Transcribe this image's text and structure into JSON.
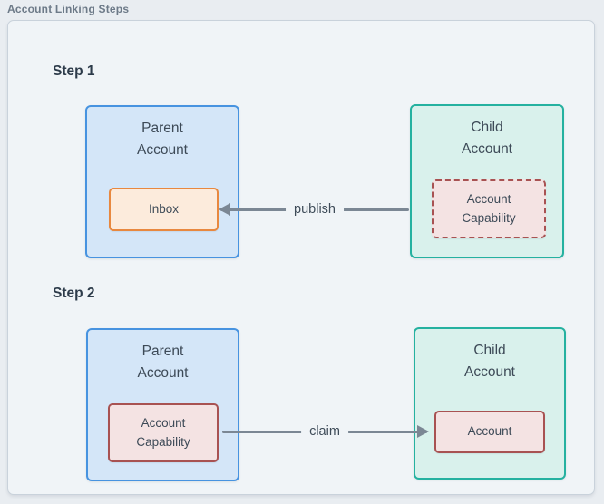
{
  "page": {
    "title": "Account Linking Steps"
  },
  "colors": {
    "page_background": "#e9edf1",
    "panel_background": "#f0f4f7",
    "panel_border": "#c9d2db",
    "parent_fill": "#d4e6f8",
    "parent_border": "#4793e0",
    "child_fill": "#d9f1ec",
    "child_border": "#25b1a0",
    "inbox_fill": "#fcebdc",
    "inbox_border": "#e8883f",
    "capability_fill": "#f4e3e3",
    "capability_border": "#a85252",
    "arrow": "#7b8794",
    "text": "#3d4a57",
    "heading": "#2d3b4a"
  },
  "steps": [
    {
      "label": "Step 1",
      "parent": {
        "title": "Parent\nAccount",
        "inner": "Inbox"
      },
      "child": {
        "title": "Child\nAccount",
        "inner": "Account\nCapability"
      },
      "arrow": {
        "label": "publish",
        "direction": "right-to-left"
      }
    },
    {
      "label": "Step 2",
      "parent": {
        "title": "Parent\nAccount",
        "inner": "Account\nCapability"
      },
      "child": {
        "title": "Child\nAccount",
        "inner": "Account"
      },
      "arrow": {
        "label": "claim",
        "direction": "left-to-right"
      }
    }
  ]
}
